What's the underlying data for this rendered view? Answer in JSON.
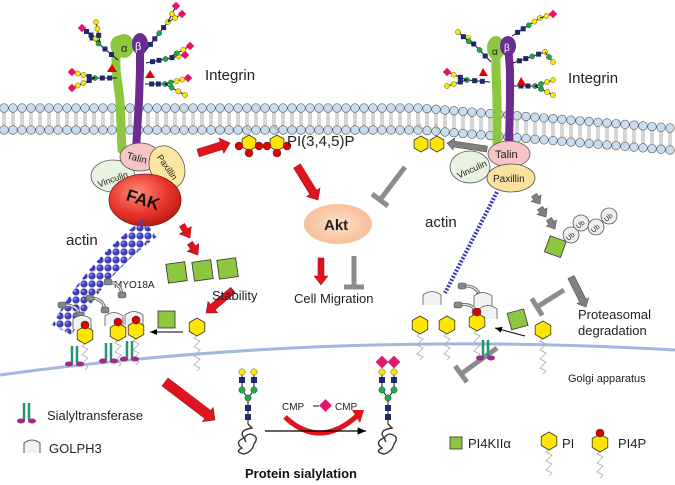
{
  "left_panel": {
    "integrin_label": "Integrin",
    "alpha": "α",
    "beta": "β",
    "talin": "Talin",
    "paxillin": "Paxillin",
    "vinculin": "Vinculin",
    "fak": "FAK",
    "actin": "actin",
    "myo18a": "MYO18A",
    "pip3": "PI(3,4,5)P",
    "stability": "Stability"
  },
  "center": {
    "akt": "Akt",
    "cell_migration": "Cell Migration",
    "cmp_left": "CMP",
    "cmp_right": "CMP",
    "protein_sialylation": "Protein sialylation"
  },
  "right_panel": {
    "integrin_label": "Integrin",
    "alpha": "α",
    "beta": "β",
    "talin": "Talin",
    "paxillin": "Paxillin",
    "vinculin": "Vinculin",
    "actin": "actin",
    "ub": "Ub",
    "proteasomal_degradation_line1": "Proteasomal",
    "proteasomal_degradation_line2": "degradation",
    "golgi": "Golgi apparatus"
  },
  "legend": {
    "sialyltransferase": "Sialyltransferase",
    "golph3": "GOLPH3",
    "pi4k": "PI4KIIα",
    "pi": "PI",
    "pi4p": "PI4P"
  },
  "colors": {
    "activation_arrow": "#e0141e",
    "inhibition": "#8c8c8c",
    "alpha_integrin": "#8dc63f",
    "beta_integrin": "#6a2c91",
    "fak": "#e8352a",
    "akt": "#f8caa6",
    "pi4k": "#8dc63f",
    "pi": "#ffe600",
    "phosphate": "#e00000",
    "sialic_acid": "#e0156b",
    "membrane": "#c9ddf0",
    "golgi_line": "#9fb3de",
    "actin": "#3c3cb4"
  }
}
